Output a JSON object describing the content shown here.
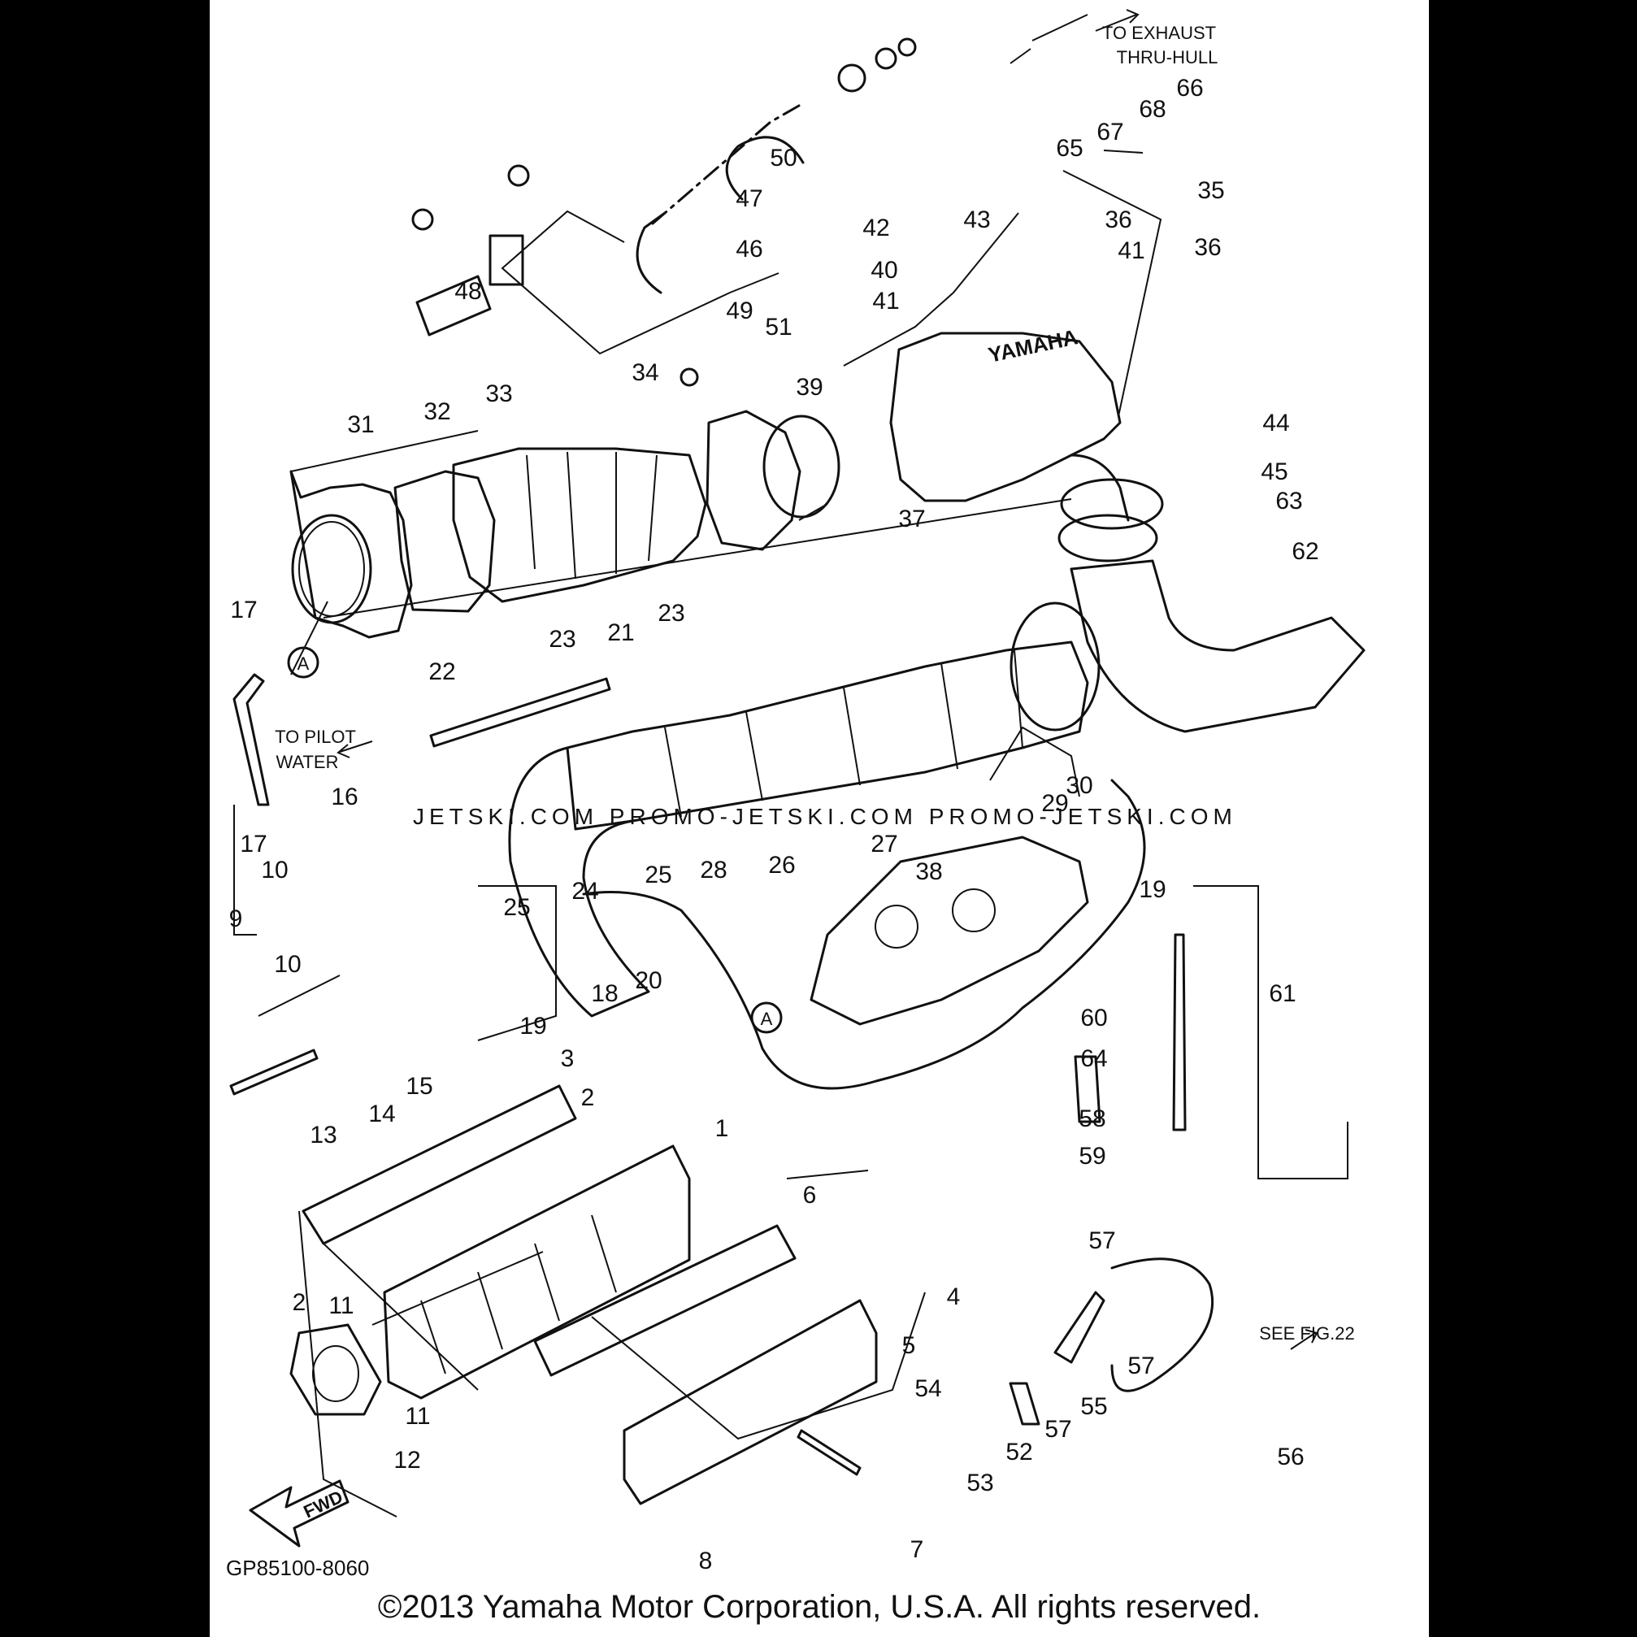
{
  "annotations": {
    "exhaust": [
      "TO EXHAUST",
      "THRU-HULL"
    ],
    "pilot": [
      "TO PILOT",
      "WATER"
    ],
    "see_fig": "SEE FIG.22",
    "fwd": "FWD",
    "ref_marker": "A",
    "brand": "YAMAHA",
    "figure_code": "GP85100-8060",
    "copyright": "©2013 Yamaha Motor Corporation, U.S.A. All rights reserved.",
    "watermark": "JETSKI.COM   PROMO-JETSKI.COM   PROMO-JETSKI.COM"
  },
  "callouts": {
    "n1": "1",
    "n2": "2",
    "n3": "3",
    "n4": "4",
    "n5": "5",
    "n6": "6",
    "n7": "7",
    "n8": "8",
    "n9": "9",
    "n10": "10",
    "n11": "11",
    "n12": "12",
    "n13": "13",
    "n14": "14",
    "n15": "15",
    "n16": "16",
    "n17": "17",
    "n18": "18",
    "n19": "19",
    "n20": "20",
    "n21": "21",
    "n22": "22",
    "n23": "23",
    "n24": "24",
    "n25": "25",
    "n26": "26",
    "n27": "27",
    "n28": "28",
    "n29": "29",
    "n30": "30",
    "n31": "31",
    "n32": "32",
    "n33": "33",
    "n34": "34",
    "n35": "35",
    "n36": "36",
    "n37": "37",
    "n38": "38",
    "n39": "39",
    "n40": "40",
    "n41": "41",
    "n42": "42",
    "n43": "43",
    "n44": "44",
    "n45": "45",
    "n46": "46",
    "n47": "47",
    "n48": "48",
    "n49": "49",
    "n50": "50",
    "n51": "51",
    "n52": "52",
    "n53": "53",
    "n54": "54",
    "n55": "55",
    "n56": "56",
    "n57": "57",
    "n58": "58",
    "n59": "59",
    "n60": "60",
    "n61": "61",
    "n62": "62",
    "n63": "63",
    "n64": "64",
    "n65": "65",
    "n66": "66",
    "n67": "67",
    "n68": "68"
  }
}
